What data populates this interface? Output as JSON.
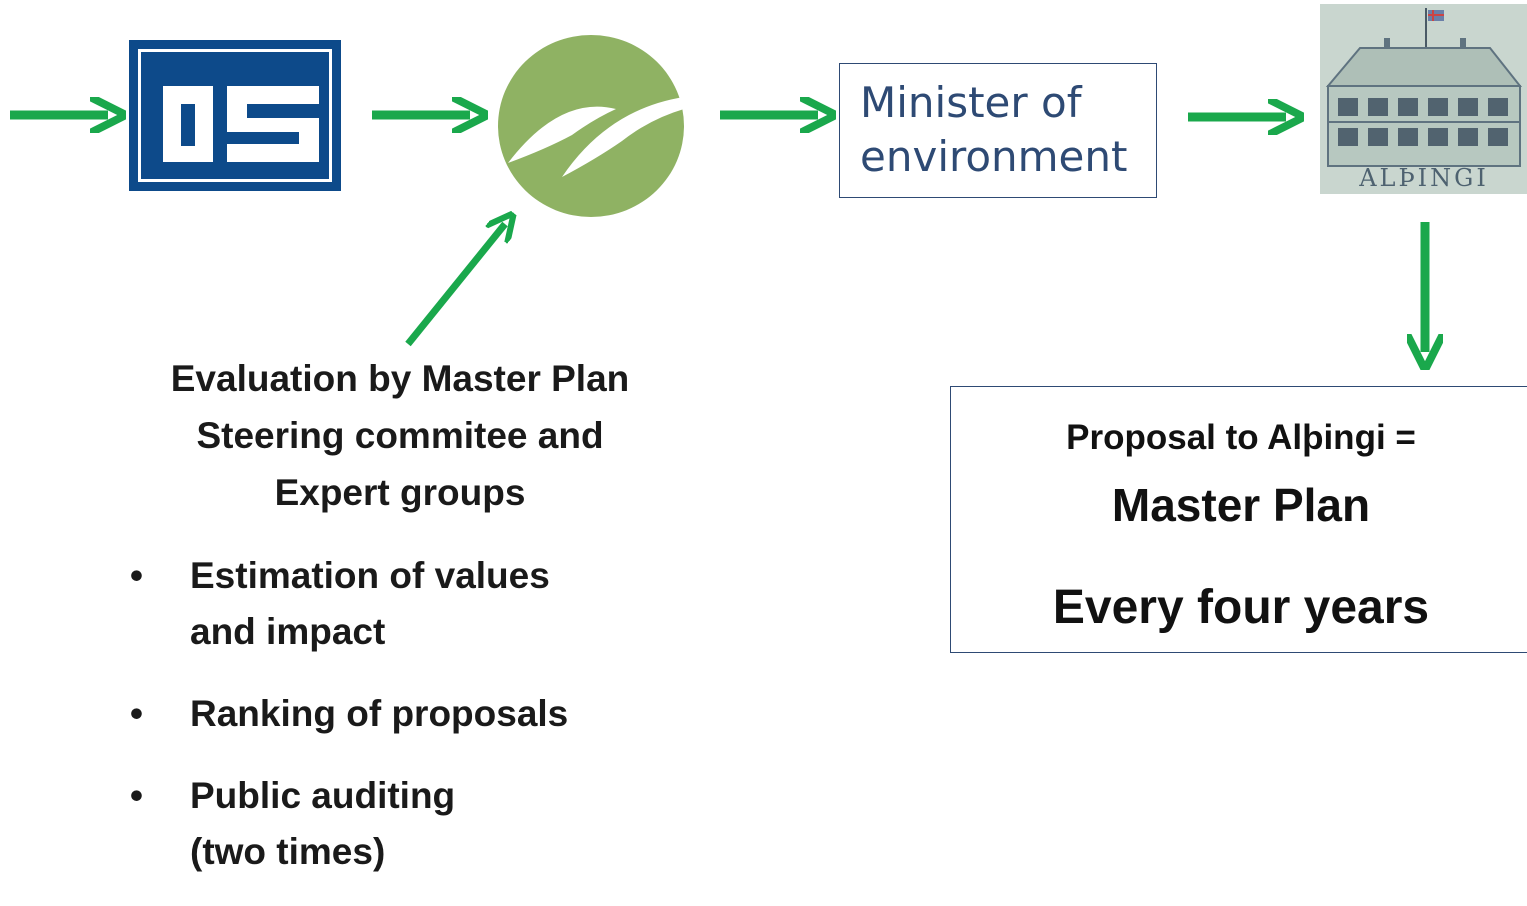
{
  "os_logo": {
    "name": "OS logo",
    "text": "OS"
  },
  "circle_logo": {
    "name": "Master Plan logo"
  },
  "minister": {
    "lines": [
      "Minister of",
      "environment"
    ]
  },
  "alpingi": {
    "label": "ALÞINGI"
  },
  "evaluation": {
    "heading_lines": [
      "Evaluation by Master Plan",
      "Steering commitee and",
      "Expert groups"
    ],
    "bullets": [
      {
        "lines": [
          "Estimation of values",
          "and impact"
        ]
      },
      {
        "lines": [
          "Ranking of proposals"
        ]
      },
      {
        "lines": [
          "Public auditing",
          "(two times)"
        ]
      }
    ],
    "bullet_char": "•"
  },
  "proposal": {
    "line1": "Proposal to Alþingi =",
    "line2": "Master Plan",
    "line3": "Every four years"
  },
  "colors": {
    "arrow": "#1aa84c",
    "os_blue": "#0d4a8a",
    "circle_green": "#8fb263",
    "box_border": "#2e4a74",
    "minister_text": "#2e4a74"
  }
}
